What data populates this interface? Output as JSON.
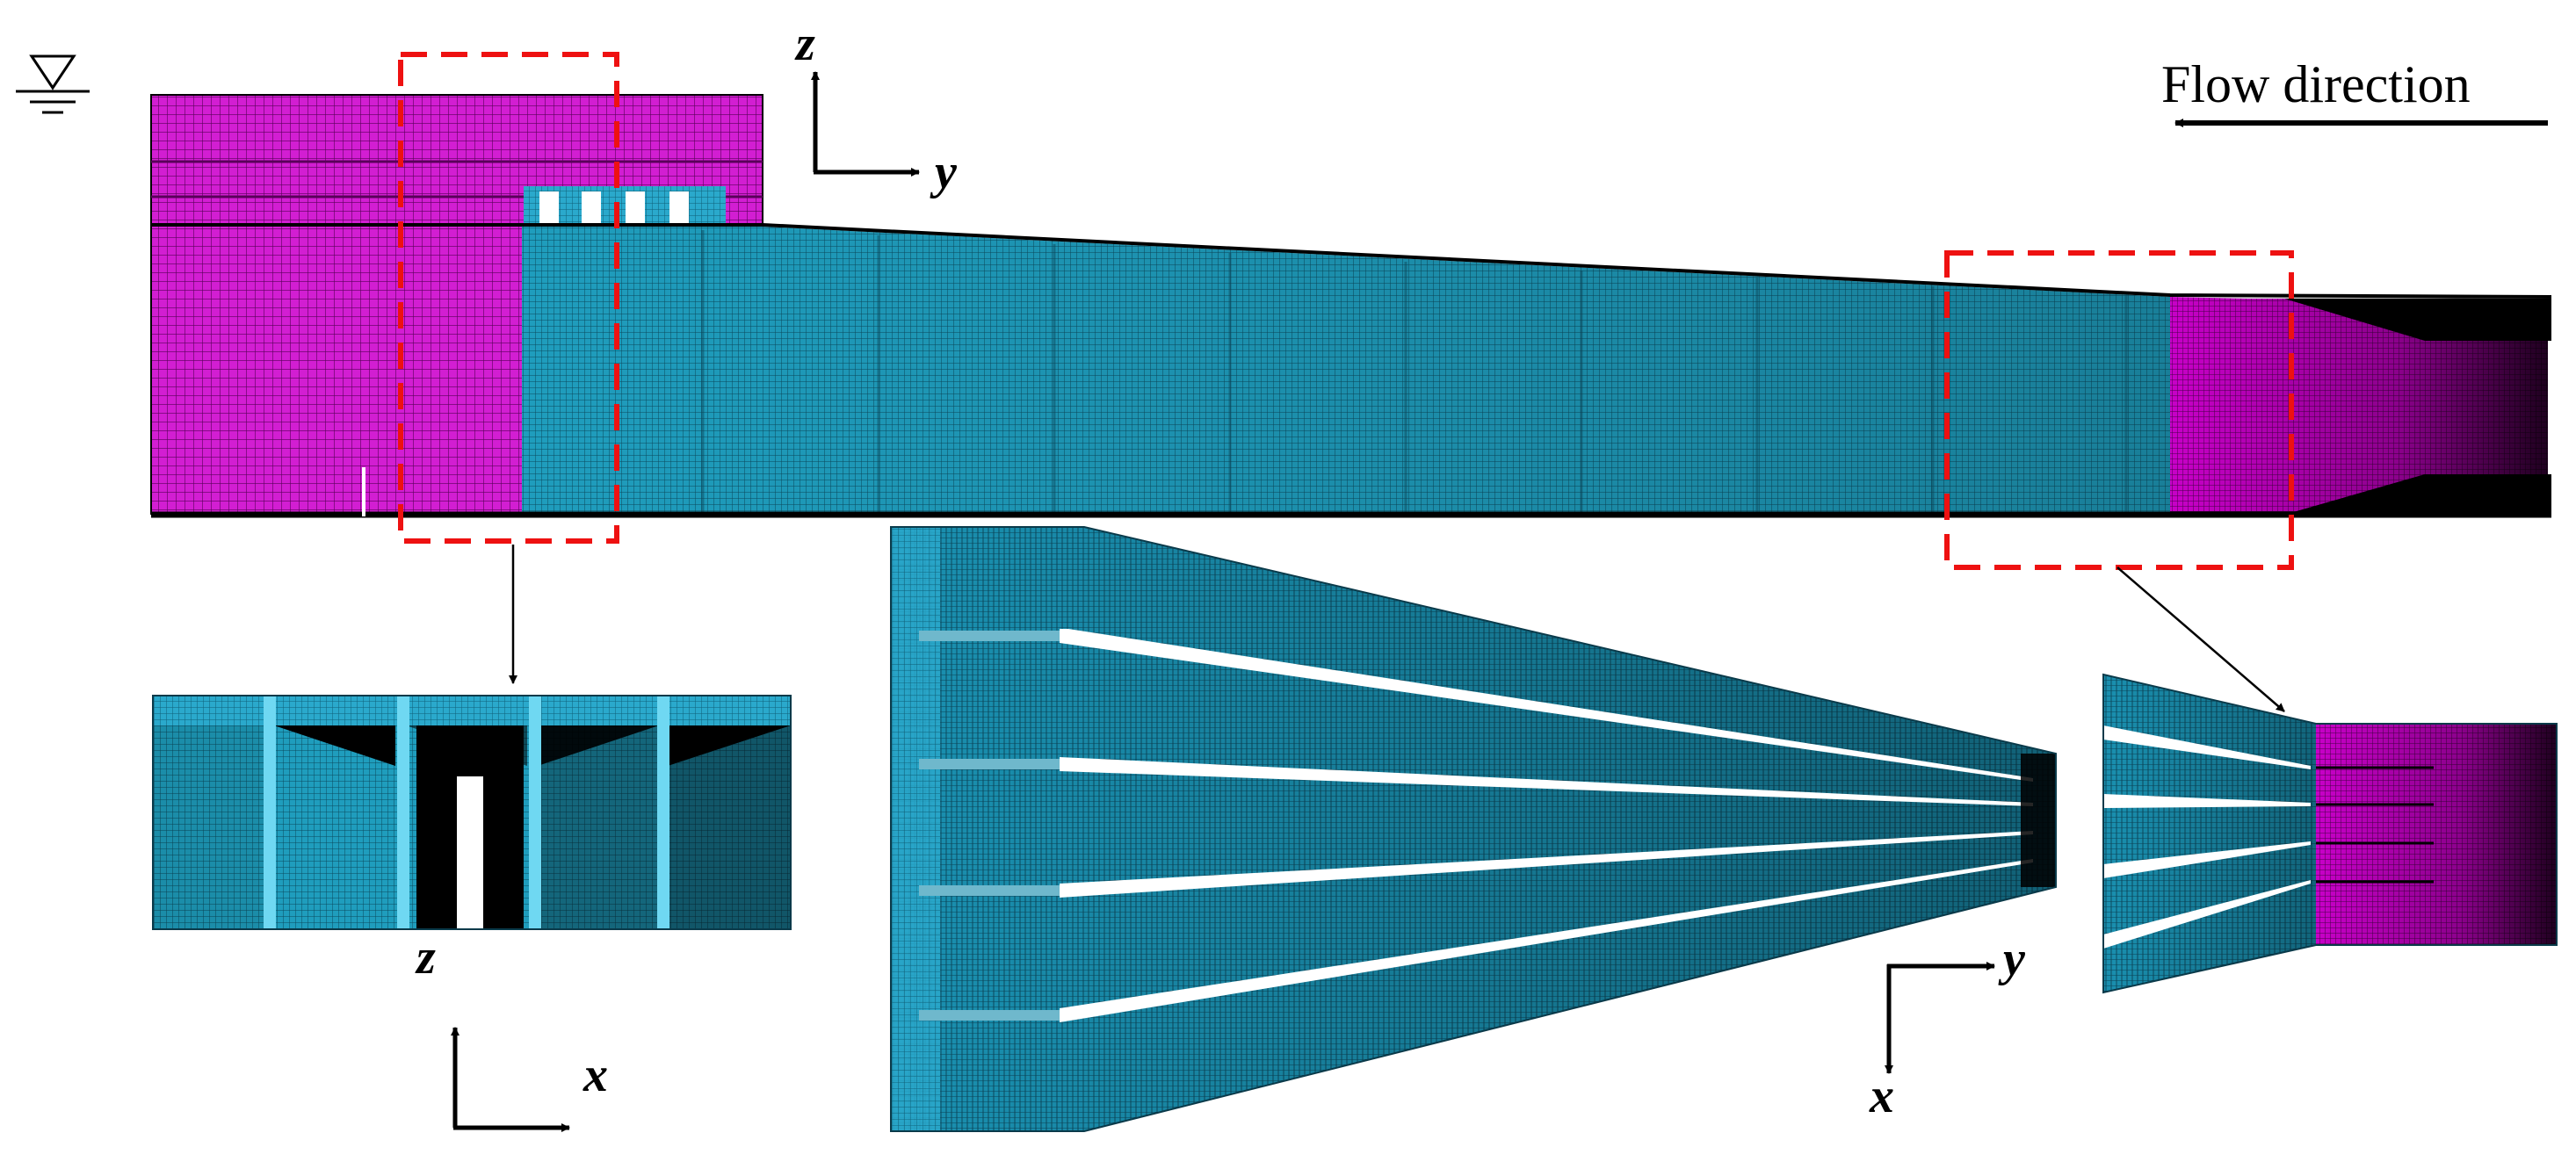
{
  "flow_label": "Flow direction",
  "axis_labels": {
    "top_z": "z",
    "top_y": "y",
    "left_inset_z": "z",
    "left_inset_x": "x",
    "right_y": "y",
    "right_x": "x"
  },
  "colors": {
    "magenta_mesh": "#cc00cc",
    "cyan_mesh": "#1c98b8",
    "dark_cyan_mesh": "#0e5a70",
    "highlight_box": "#ee1111",
    "outline": "#000000",
    "background": "#ffffff"
  },
  "icons": {
    "free_surface": "water-level-icon",
    "flow_arrow": "arrow-left-icon"
  }
}
